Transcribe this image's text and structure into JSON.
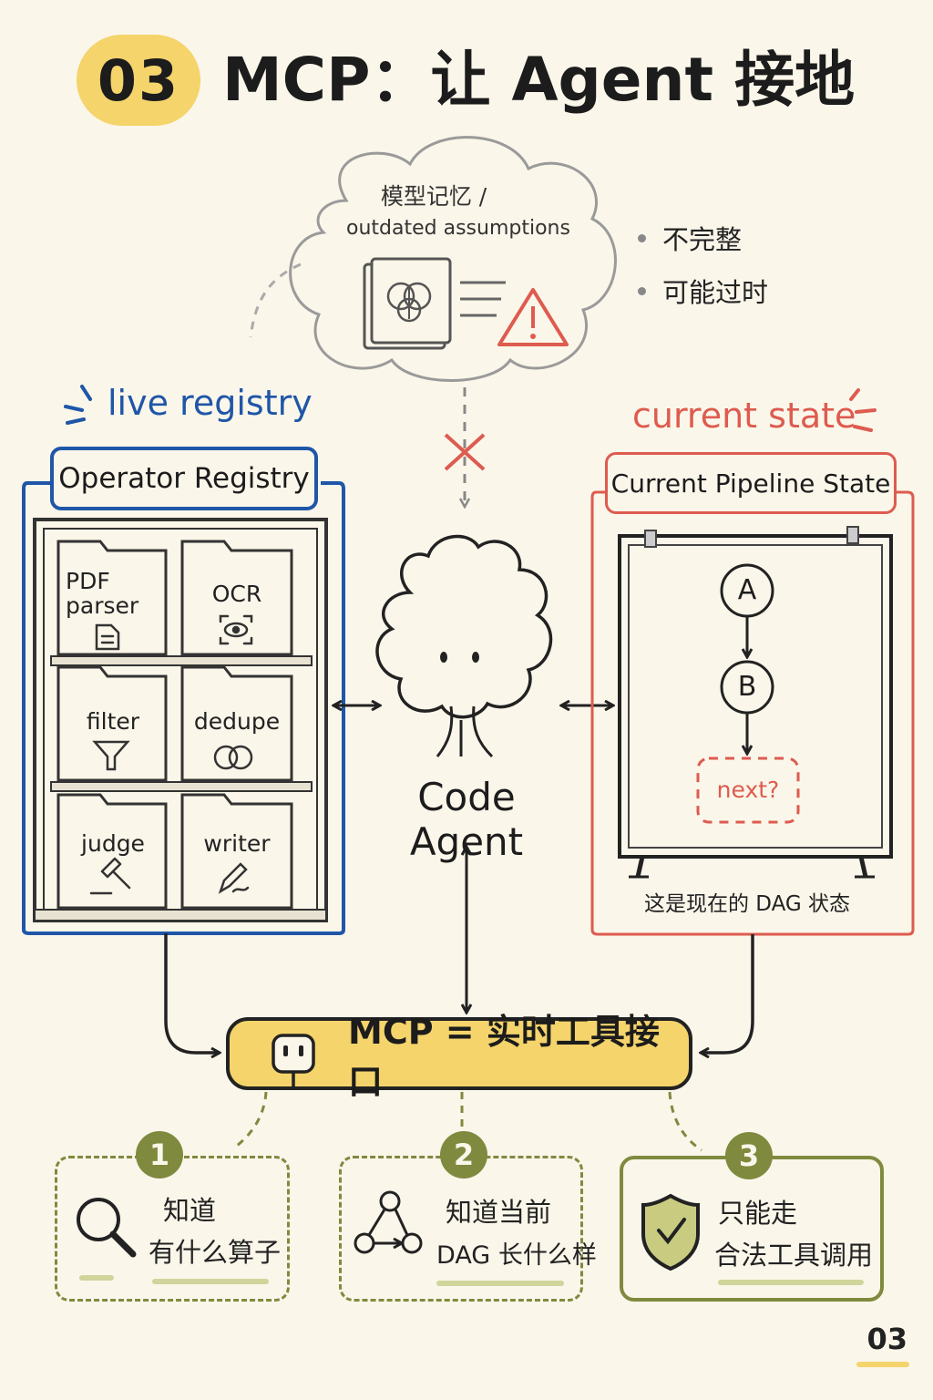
{
  "title": {
    "number": "03",
    "text": "MCP：让 Agent 接地"
  },
  "cloud": {
    "line1": "模型记忆 /",
    "line2": "outdated assumptions",
    "bullets": [
      "不完整",
      "可能过时"
    ]
  },
  "registry": {
    "tag": "live registry",
    "title": "Operator Registry",
    "operators": [
      {
        "label": "PDF\nparser",
        "icon": "document-icon"
      },
      {
        "label": "OCR",
        "icon": "eye-scan-icon"
      },
      {
        "label": "filter",
        "icon": "funnel-icon"
      },
      {
        "label": "dedupe",
        "icon": "overlap-circles-icon"
      },
      {
        "label": "judge",
        "icon": "gavel-icon"
      },
      {
        "label": "writer",
        "icon": "pen-icon"
      }
    ]
  },
  "agent": {
    "label": "Code Agent"
  },
  "state": {
    "tag": "current state",
    "title": "Current Pipeline State",
    "nodes": [
      "A",
      "B"
    ],
    "next": "next?",
    "caption": "这是现在的 DAG 状态"
  },
  "mcp": {
    "label": "MCP = 实时工具接口",
    "icon": "plug-icon"
  },
  "cards": [
    {
      "number": "1",
      "lines": [
        "知道",
        "有什么算子"
      ],
      "icon": "magnifier-icon"
    },
    {
      "number": "2",
      "lines": [
        "知道当前",
        "DAG 长什么样"
      ],
      "icon": "graph-icon"
    },
    {
      "number": "3",
      "lines": [
        "只能走",
        "合法工具调用"
      ],
      "icon": "shield-check-icon"
    }
  ],
  "page_number": "03",
  "colors": {
    "blue": "#1f56a8",
    "red": "#de5b4f",
    "yellow": "#f4d46b",
    "olive": "#7f8a3e"
  }
}
